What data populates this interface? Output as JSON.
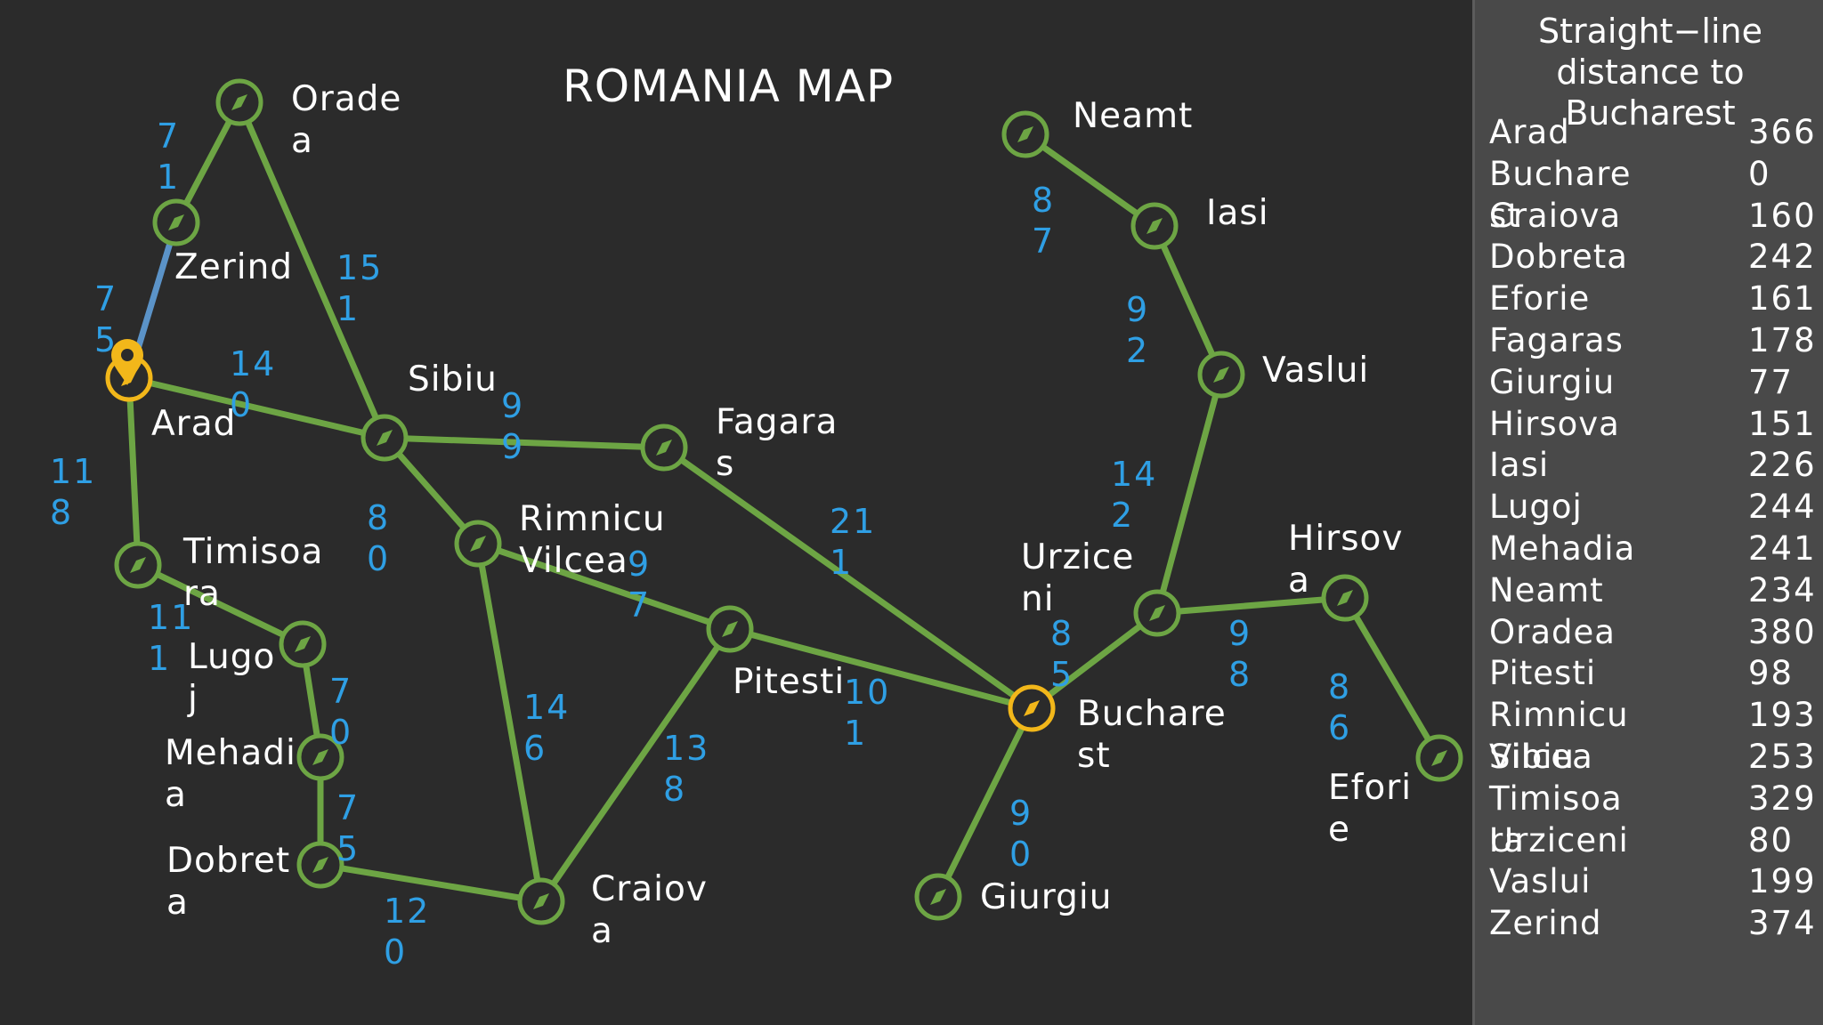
{
  "title": "ROMANIA MAP",
  "colors": {
    "background": "#2b2b2b",
    "road": "#6da544",
    "highlight_road": "#5b93c8",
    "node_ring": "#6da544",
    "node_active": "#f2b71a",
    "distance_text": "#2f9fe4",
    "panel": "#494949"
  },
  "cities": [
    {
      "id": "oradea",
      "label": "Orade\na",
      "icon": "compass-icon",
      "state": "normal"
    },
    {
      "id": "zerind",
      "label": "Zerind",
      "icon": "compass-icon",
      "state": "normal"
    },
    {
      "id": "arad",
      "label": "Arad",
      "icon": "location-pin-icon",
      "state": "current"
    },
    {
      "id": "timisoara",
      "label": "Timisoa\nra",
      "icon": "compass-icon",
      "state": "normal"
    },
    {
      "id": "lugoj",
      "label": "Lugo\nj",
      "icon": "compass-icon",
      "state": "normal"
    },
    {
      "id": "mehadia",
      "label": "Mehadi\na",
      "icon": "compass-icon",
      "state": "normal"
    },
    {
      "id": "dobreta",
      "label": "Dobret\na",
      "icon": "compass-icon",
      "state": "normal"
    },
    {
      "id": "craiova",
      "label": "Craiov\na",
      "icon": "compass-icon",
      "state": "normal"
    },
    {
      "id": "sibiu",
      "label": "Sibiu",
      "icon": "compass-icon",
      "state": "normal"
    },
    {
      "id": "rimnicu",
      "label": "Rimnicu\nVilcea",
      "icon": "compass-icon",
      "state": "normal"
    },
    {
      "id": "fagaras",
      "label": "Fagara\ns",
      "icon": "compass-icon",
      "state": "normal"
    },
    {
      "id": "pitesti",
      "label": "Pitesti",
      "icon": "compass-icon",
      "state": "normal"
    },
    {
      "id": "bucharest",
      "label": "Buchare\nst",
      "icon": "compass-icon",
      "state": "goal"
    },
    {
      "id": "giurgiu",
      "label": "Giurgiu",
      "icon": "compass-icon",
      "state": "normal"
    },
    {
      "id": "urziceni",
      "label": "Urzice\nni",
      "icon": "compass-icon",
      "state": "normal"
    },
    {
      "id": "hirsova",
      "label": "Hirsov\na",
      "icon": "compass-icon",
      "state": "normal"
    },
    {
      "id": "eforie",
      "label": "Efori\ne",
      "icon": "compass-icon",
      "state": "normal"
    },
    {
      "id": "vaslui",
      "label": "Vaslui",
      "icon": "compass-icon",
      "state": "normal"
    },
    {
      "id": "iasi",
      "label": "Iasi",
      "icon": "compass-icon",
      "state": "normal"
    },
    {
      "id": "neamt",
      "label": "Neamt",
      "icon": "compass-icon",
      "state": "normal"
    }
  ],
  "roads": [
    {
      "from": "oradea",
      "to": "zerind",
      "distance": "7\n1",
      "highlighted": false
    },
    {
      "from": "zerind",
      "to": "arad",
      "distance": "7\n5",
      "highlighted": true
    },
    {
      "from": "oradea",
      "to": "sibiu",
      "distance": "15\n1",
      "highlighted": false
    },
    {
      "from": "arad",
      "to": "sibiu",
      "distance": "14\n0",
      "highlighted": false
    },
    {
      "from": "arad",
      "to": "timisoara",
      "distance": "11\n8",
      "highlighted": false
    },
    {
      "from": "timisoara",
      "to": "lugoj",
      "distance": "11\n1",
      "highlighted": false
    },
    {
      "from": "lugoj",
      "to": "mehadia",
      "distance": "7\n0",
      "highlighted": false
    },
    {
      "from": "mehadia",
      "to": "dobreta",
      "distance": "7\n5",
      "highlighted": false
    },
    {
      "from": "dobreta",
      "to": "craiova",
      "distance": "12\n0",
      "highlighted": false
    },
    {
      "from": "sibiu",
      "to": "fagaras",
      "distance": "9\n9",
      "highlighted": false
    },
    {
      "from": "sibiu",
      "to": "rimnicu",
      "distance": "8\n0",
      "highlighted": false
    },
    {
      "from": "rimnicu",
      "to": "craiova",
      "distance": "14\n6",
      "highlighted": false
    },
    {
      "from": "rimnicu",
      "to": "pitesti",
      "distance": "9\n7",
      "highlighted": false
    },
    {
      "from": "craiova",
      "to": "pitesti",
      "distance": "13\n8",
      "highlighted": false
    },
    {
      "from": "fagaras",
      "to": "bucharest",
      "distance": "21\n1",
      "highlighted": false
    },
    {
      "from": "pitesti",
      "to": "bucharest",
      "distance": "10\n1",
      "highlighted": false
    },
    {
      "from": "bucharest",
      "to": "giurgiu",
      "distance": "9\n0",
      "highlighted": false
    },
    {
      "from": "bucharest",
      "to": "urziceni",
      "distance": "8\n5",
      "highlighted": false
    },
    {
      "from": "urziceni",
      "to": "hirsova",
      "distance": "9\n8",
      "highlighted": false
    },
    {
      "from": "hirsova",
      "to": "eforie",
      "distance": "8\n6",
      "highlighted": false
    },
    {
      "from": "urziceni",
      "to": "vaslui",
      "distance": "14\n2",
      "highlighted": false
    },
    {
      "from": "vaslui",
      "to": "iasi",
      "distance": "9\n2",
      "highlighted": false
    },
    {
      "from": "iasi",
      "to": "neamt",
      "distance": "8\n7",
      "highlighted": false
    }
  ],
  "heuristic_panel": {
    "title": "Straight−line\ndistance to\nBucharest",
    "rows": [
      {
        "city": "Arad",
        "value": "366"
      },
      {
        "city": "Buchare\nst",
        "value": "0"
      },
      {
        "city": "Craiova",
        "value": "160"
      },
      {
        "city": "Dobreta",
        "value": "242"
      },
      {
        "city": "Eforie",
        "value": "161"
      },
      {
        "city": "Fagaras",
        "value": "178"
      },
      {
        "city": "Giurgiu",
        "value": "77"
      },
      {
        "city": "Hirsova",
        "value": "151"
      },
      {
        "city": "Iasi",
        "value": "226"
      },
      {
        "city": "Lugoj",
        "value": "244"
      },
      {
        "city": "Mehadia",
        "value": "241"
      },
      {
        "city": "Neamt",
        "value": "234"
      },
      {
        "city": "Oradea",
        "value": "380"
      },
      {
        "city": "Pitesti",
        "value": "98"
      },
      {
        "city": "Rimnicu\nVilcea",
        "value": "193"
      },
      {
        "city": "Sibiu",
        "value": "253"
      },
      {
        "city": "Timisoa\nra",
        "value": "329"
      },
      {
        "city": "Urziceni",
        "value": "80"
      },
      {
        "city": "Vaslui",
        "value": "199"
      },
      {
        "city": "Zerind",
        "value": "374"
      }
    ]
  }
}
